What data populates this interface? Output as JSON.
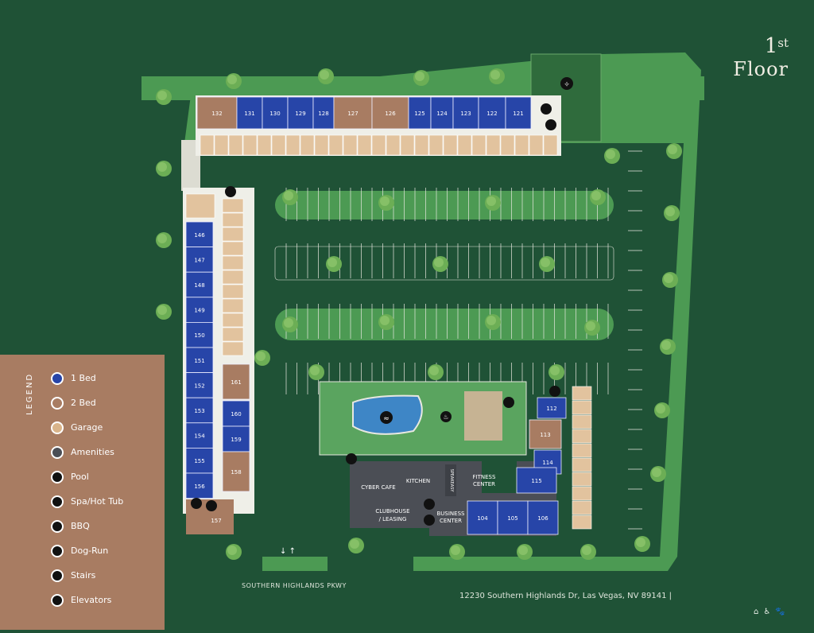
{
  "floor": {
    "number": "1",
    "suffix": "st",
    "word": "Floor"
  },
  "legend": {
    "title": "LEGEND",
    "items": [
      {
        "label": "1 Bed",
        "icon": "one-bed-swatch",
        "color": "#2745a8"
      },
      {
        "label": "2 Bed",
        "icon": "two-bed-swatch",
        "color": "#a87c62"
      },
      {
        "label": "Garage",
        "icon": "garage-swatch",
        "color": "#d9b48a"
      },
      {
        "label": "Amenities",
        "icon": "amenities-swatch",
        "color": "#4b4e55"
      },
      {
        "label": "Pool",
        "icon": "pool-icon",
        "color": "#111111"
      },
      {
        "label": "Spa/Hot Tub",
        "icon": "spa-icon",
        "color": "#111111"
      },
      {
        "label": "BBQ",
        "icon": "bbq-icon",
        "color": "#111111"
      },
      {
        "label": "Dog-Run",
        "icon": "dog-run-icon",
        "color": "#111111"
      },
      {
        "label": "Stairs",
        "icon": "stairs-icon",
        "color": "#111111"
      },
      {
        "label": "Elevators",
        "icon": "elevator-icon",
        "color": "#111111"
      }
    ]
  },
  "units": {
    "top_row": [
      "132",
      "131",
      "130",
      "129",
      "128",
      "127",
      "126",
      "125",
      "124",
      "123",
      "122",
      "121"
    ],
    "left_column": [
      "146",
      "147",
      "148",
      "149",
      "150",
      "151",
      "152",
      "153",
      "154",
      "155",
      "156"
    ],
    "left_inner": [
      "161",
      "160",
      "159",
      "158"
    ],
    "corner": "157",
    "right_cluster": [
      "112",
      "113",
      "114",
      "115"
    ],
    "bottom_row": [
      "104",
      "105",
      "106"
    ]
  },
  "amenities": {
    "cyber_cafe": "CYBER CAFE",
    "kitchen": "KITCHEN",
    "speakeasy": "SPEAKEASY",
    "fitness": [
      "FITNESS",
      "CENTER"
    ],
    "clubhouse": [
      "CLUBHOUSE",
      "/ LEASING"
    ],
    "business": [
      "BUSINESS",
      "CENTER"
    ]
  },
  "road_name": "SOUTHERN HIGHLANDS PKWY",
  "address": "12230 Southern Highlands Dr, Las Vegas, NV 89141  |",
  "colors": {
    "background": "#1f5236",
    "lawn": "#4c9a53",
    "one_bed": "#2745a8",
    "two_bed": "#a87c62",
    "garage": "#e2c39e",
    "amenities": "#4b4e55",
    "walkway": "#dcdcd2"
  }
}
